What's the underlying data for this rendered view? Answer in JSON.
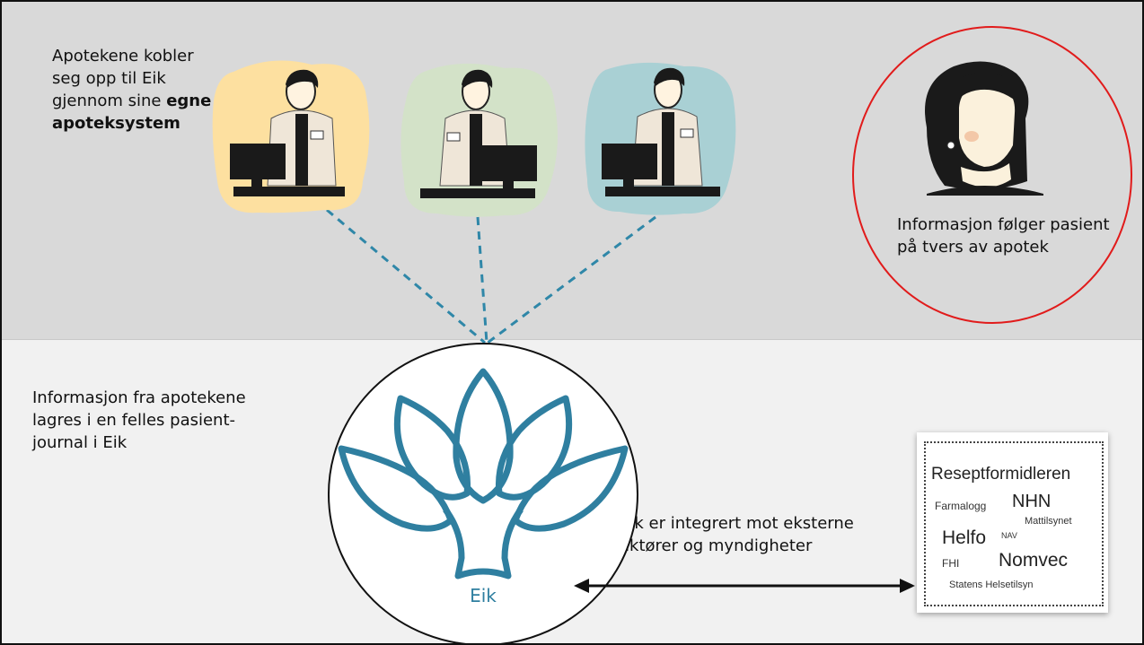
{
  "top_left_text": {
    "line1": "Apotekene kobler",
    "line2": "seg opp til Eik",
    "line3": "gjennom sine",
    "line3_bold": "egne",
    "line4_bold": "apoteksystem"
  },
  "patient_text": {
    "line1": "Informasjon følger pasient",
    "line2": "på tvers av apotek"
  },
  "bottom_left_text": {
    "line1": "Informasjon fra apotekene",
    "line2": "lagres i en felles pasient-",
    "line3": "journal i Eik"
  },
  "eik_label": "Eik",
  "integration_text": {
    "line1": "Eik er integrert mot eksterne",
    "line2": "aktører og myndigheter"
  },
  "word_cloud": {
    "w1": "Reseptformidleren",
    "w2": "Farmalogg",
    "w3": "NHN",
    "w4": "Mattilsynet",
    "w5": "Helfo",
    "w6": "NAV",
    "w7": "FHI",
    "w8": "Nomvec",
    "w9": "Statens Helsetilsyn"
  },
  "colors": {
    "pharmacy1_bg": "#fde0a0",
    "pharmacy2_bg": "#d3e2c8",
    "pharmacy3_bg": "#a9d0d4",
    "dashed_line": "#2f87a8",
    "eik_logo": "#2f7fa0",
    "patient_circle": "#e11b1b"
  }
}
